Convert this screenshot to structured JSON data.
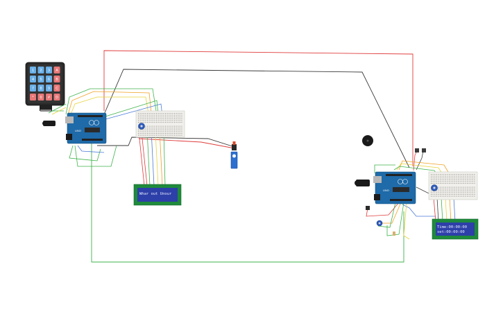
{
  "lcd_left": {
    "line1": "Whar out Unour",
    "line2": ""
  },
  "lcd_right": {
    "line1": "Time:00:00:00",
    "line2": "set:00:00:00"
  },
  "keypad": {
    "keys": [
      "1",
      "2",
      "3",
      "A",
      "4",
      "5",
      "6",
      "B",
      "7",
      "8",
      "9",
      "C",
      "*",
      "0",
      "#",
      "D"
    ]
  },
  "board_label": "UNO",
  "colors": {
    "board": "#1f6aa8",
    "lcd_frame": "#1f8a3c",
    "lcd_screen": "#2d3fa8",
    "breadboard": "#f1f0ec",
    "wire_red": "#e03a3a",
    "wire_black": "#3a3a3a",
    "wire_green": "#3cb34a",
    "wire_orange": "#f0a020",
    "wire_yellow": "#e8d23a",
    "wire_blue": "#4a7ad8",
    "keypad_body": "#2a2a2a",
    "key_blue": "#6ab0e8",
    "key_red": "#e87878"
  }
}
